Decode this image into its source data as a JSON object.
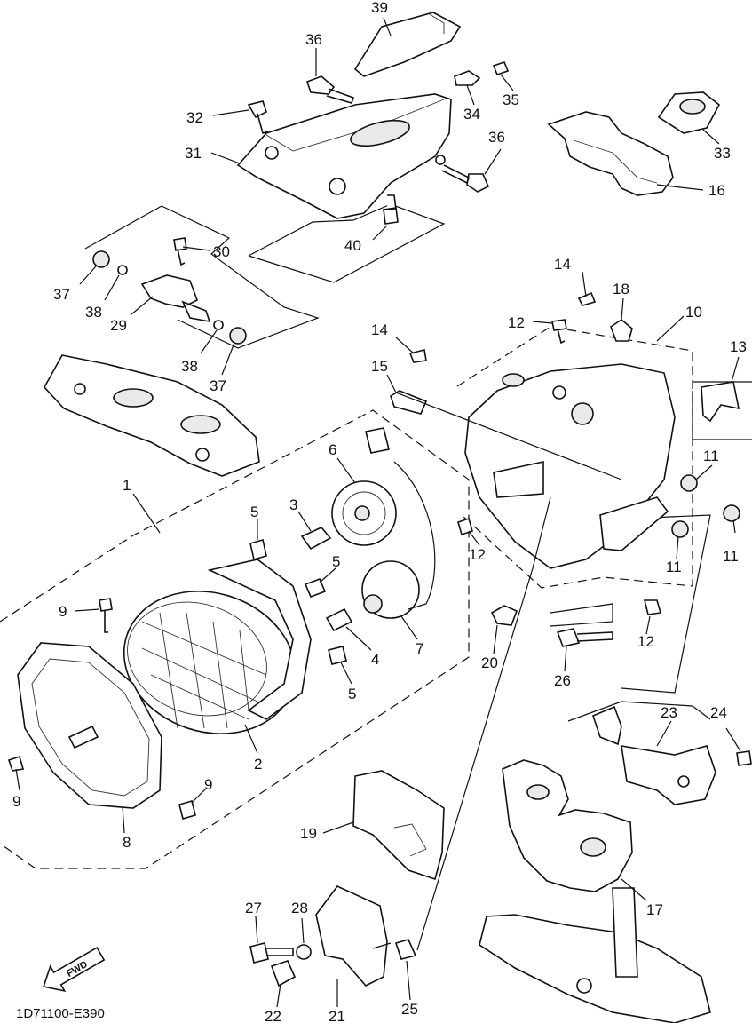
{
  "diagram_code": "1D71100-E390",
  "fwd_label": "FWD",
  "callouts": {
    "c1": "1",
    "c2": "2",
    "c3": "3",
    "c4": "4",
    "c5a": "5",
    "c5b": "5",
    "c5c": "5",
    "c6": "6",
    "c7": "7",
    "c8": "8",
    "c9a": "9",
    "c9b": "9",
    "c9c": "9",
    "c10": "10",
    "c11a": "11",
    "c11b": "11",
    "c11c": "11",
    "c12a": "12",
    "c12b": "12",
    "c12c": "12",
    "c13": "13",
    "c14a": "14",
    "c14b": "14",
    "c15": "15",
    "c16": "16",
    "c17": "17",
    "c18": "18",
    "c19": "19",
    "c20": "20",
    "c21": "21",
    "c22": "22",
    "c23": "23",
    "c24": "24",
    "c25": "25",
    "c26": "26",
    "c27": "27",
    "c28": "28",
    "c29": "29",
    "c30": "30",
    "c31": "31",
    "c32": "32",
    "c33": "33",
    "c34": "34",
    "c35": "35",
    "c36a": "36",
    "c36b": "36",
    "c37a": "37",
    "c37b": "37",
    "c38a": "38",
    "c38b": "38",
    "c39": "39",
    "c40": "40"
  }
}
